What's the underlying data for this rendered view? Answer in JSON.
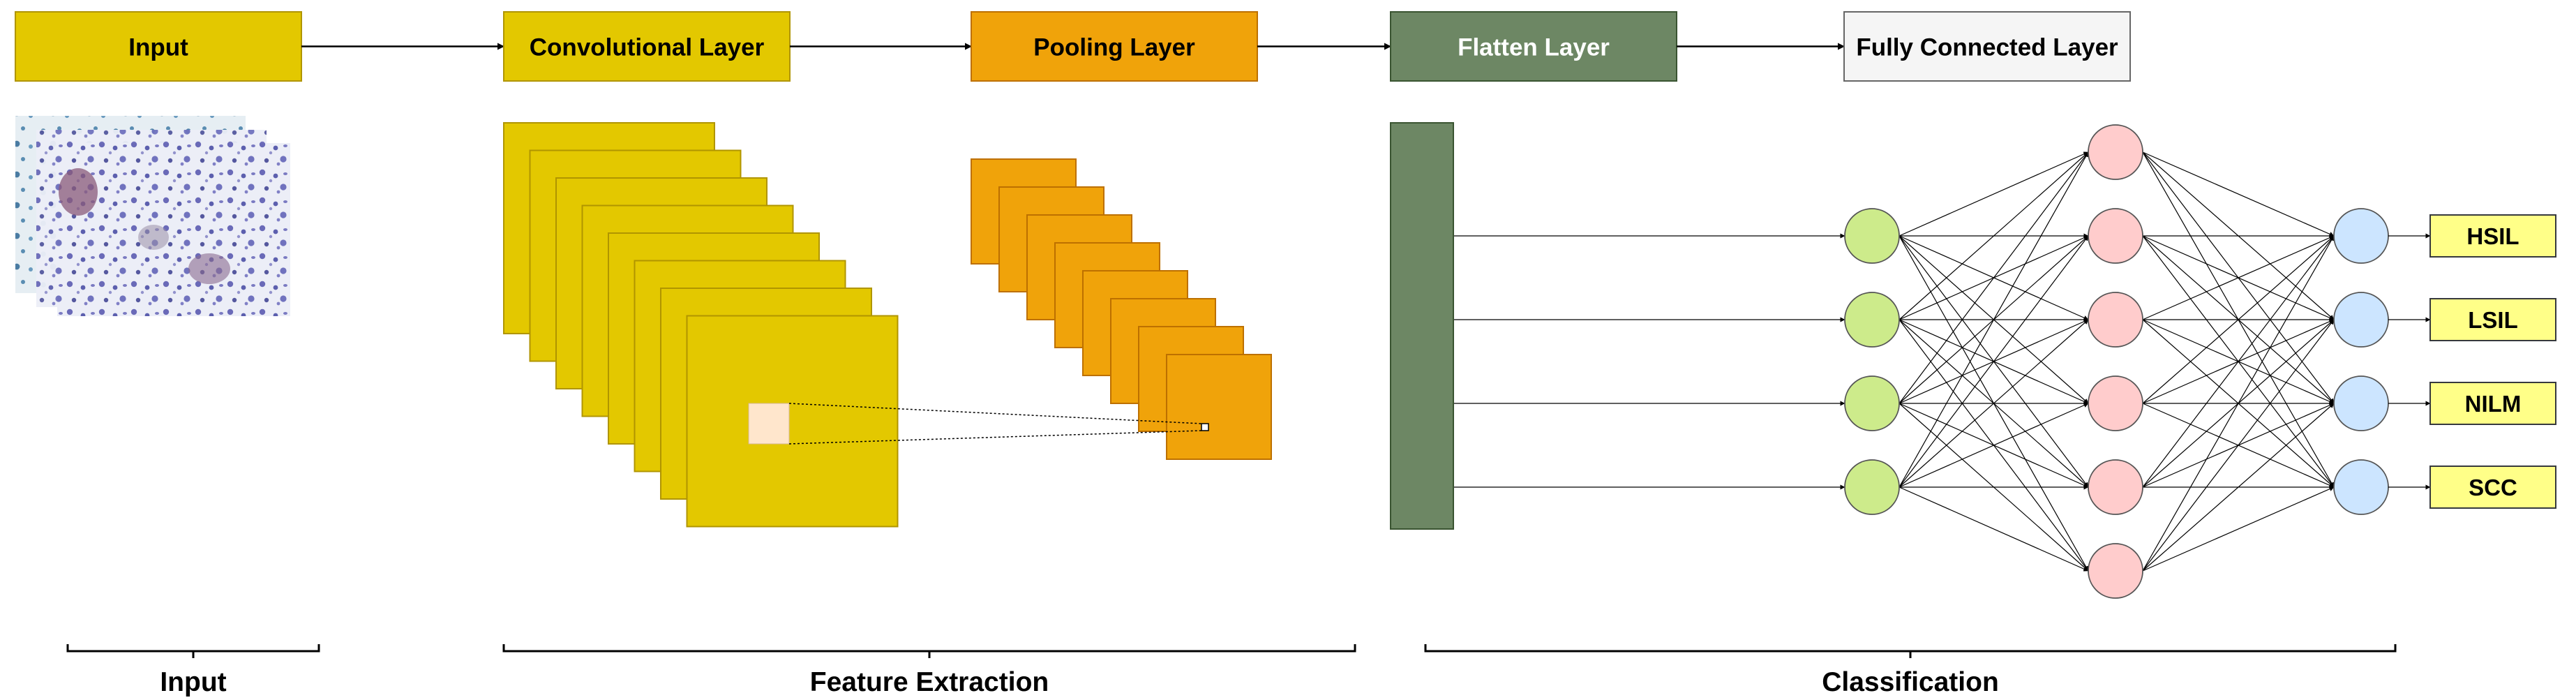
{
  "stages": [
    {
      "id": "input",
      "label": "Input",
      "fill": "#e3c800",
      "stroke": "#b09500",
      "text_color": "#000000"
    },
    {
      "id": "conv",
      "label": "Convolutional Layer",
      "fill": "#e3c800",
      "stroke": "#b09500",
      "text_color": "#000000"
    },
    {
      "id": "pool",
      "label": "Pooling Layer",
      "fill": "#f0a30a",
      "stroke": "#bd7000",
      "text_color": "#000000"
    },
    {
      "id": "flatten",
      "label": "Flatten Layer",
      "fill": "#6d8764",
      "stroke": "#3a5431",
      "text_color": "#ffffff"
    },
    {
      "id": "fc",
      "label": "Fully Connected Layer",
      "fill": "#f5f5f5",
      "stroke": "#666666",
      "text_color": "#000000"
    }
  ],
  "input_image": {
    "description": "stacked cytology slide images",
    "image_count": 3
  },
  "conv_feature_maps": {
    "count": 8,
    "color": "#e3c800",
    "receptive_field_color": "#ffe6cc"
  },
  "pool_feature_maps": {
    "count": 8,
    "color": "#f0a30a"
  },
  "network": {
    "layer_sizes": [
      4,
      6,
      4
    ],
    "layer_colors": [
      "#cdeb8b",
      "#ffcccc",
      "#cce5ff"
    ],
    "flatten_color": "#6d8764"
  },
  "outputs": {
    "labels": [
      "HSIL",
      "LSIL",
      "NILM",
      "SCC"
    ],
    "fill": "#ffff88",
    "stroke": "#36393d"
  },
  "groups": [
    {
      "id": "input",
      "label": "Input"
    },
    {
      "id": "feature_extraction",
      "label": "Feature Extraction"
    },
    {
      "id": "classification",
      "label": "Classification"
    }
  ]
}
